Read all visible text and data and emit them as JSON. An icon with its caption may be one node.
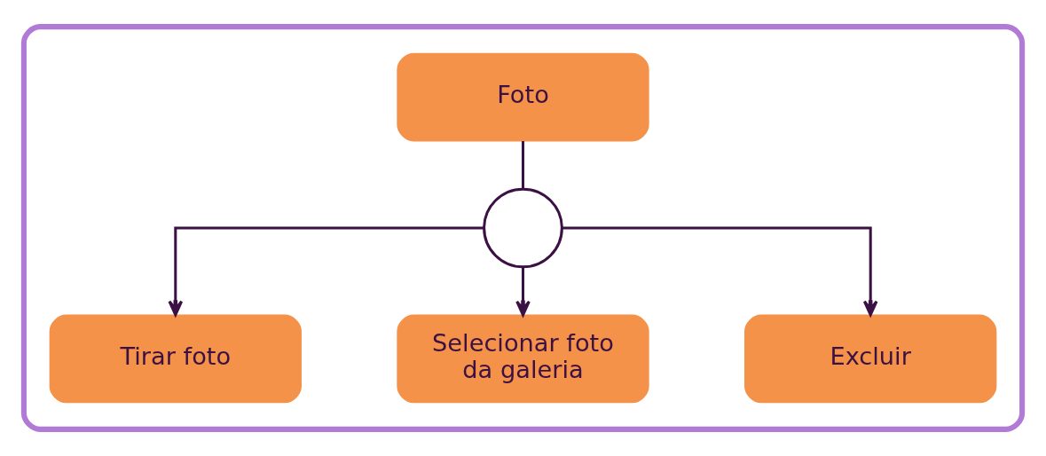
{
  "diagram": {
    "nodes": [
      {
        "text": [],
        "shape": "box"
      },
      {
        "text": [
          "Foto"
        ],
        "in": 0
      },
      {
        "text": [],
        "shape": "circle",
        "in": 0
      },
      {
        "text": [
          "Tirar foto"
        ],
        "in": 0
      },
      {
        "text": [
          "Selecionar foto da galeria"
        ],
        "in": 0
      },
      {
        "text": [
          "Excluir"
        ],
        "in": 0
      }
    ],
    "edges": [
      {
        "from": 1,
        "to": 2,
        "arrow": "none"
      },
      {
        "from": 2,
        "to": 3,
        "arrow": "to"
      },
      {
        "from": 2,
        "to": 4,
        "arrow": "to"
      },
      {
        "from": 2,
        "to": 5,
        "arrow": "to"
      }
    ]
  }
}
